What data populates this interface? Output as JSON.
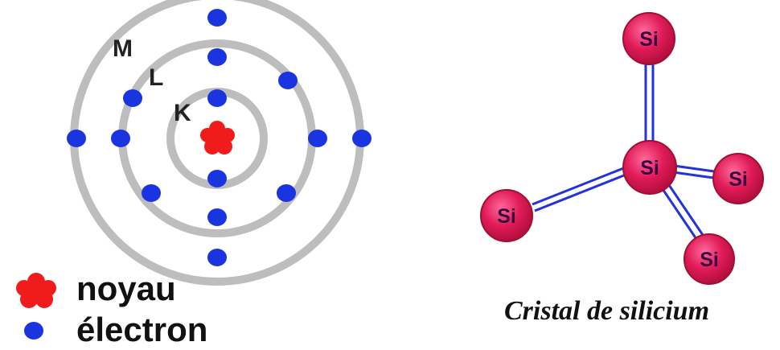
{
  "atom_model": {
    "shell_labels": [
      "K",
      "L",
      "M"
    ],
    "electron_counts": {
      "K": 2,
      "L": 8,
      "M": 4
    }
  },
  "legend": {
    "nucleus_label": "noyau",
    "electron_label": "électron"
  },
  "crystal": {
    "atom_label": "Si",
    "atom_count": 5,
    "caption": "Cristal de silicium"
  },
  "colors": {
    "orbit": "#bdbdbd",
    "electron": "#1a35e0",
    "nucleus": "#f01c1c",
    "bond": "#2233dd",
    "atom_fill": "#d81550",
    "atom_stroke": "#a01030",
    "atom_text": "#3a0040"
  }
}
